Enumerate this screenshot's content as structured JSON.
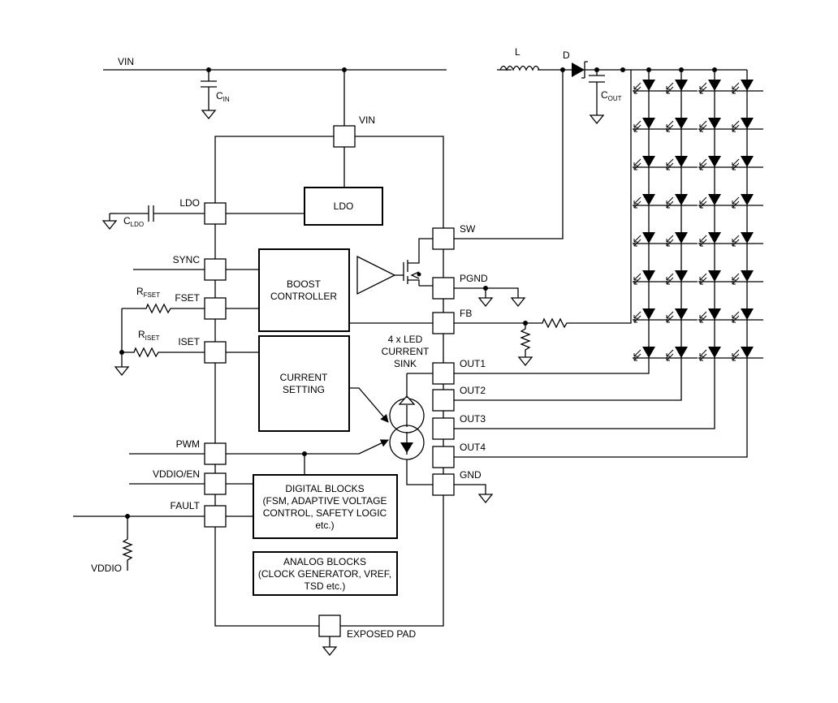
{
  "labels": {
    "vin_rail": "VIN",
    "cin": "C",
    "cin_sub": "IN",
    "inductor": "L",
    "diode": "D",
    "cout": "C",
    "cout_sub": "OUT",
    "vin_pin": "VIN",
    "ldo_pin": "LDO",
    "cldo": "C",
    "cldo_sub": "LDO",
    "sync_pin": "SYNC",
    "fset_pin": "FSET",
    "rfset": "R",
    "rfset_sub": "FSET",
    "iset_pin": "ISET",
    "riset": "R",
    "riset_sub": "ISET",
    "pwm_pin": "PWM",
    "vddio_en_pin": "VDDIO/EN",
    "fault_pin": "FAULT",
    "vddio": "VDDIO",
    "sw_pin": "SW",
    "pgnd_pin": "PGND",
    "fb_pin": "FB",
    "out1": "OUT1",
    "out2": "OUT2",
    "out3": "OUT3",
    "out4": "OUT4",
    "gnd_pin": "GND",
    "exposed_pad": "EXPOSED PAD",
    "current_sink": [
      "4 x LED",
      "CURRENT",
      "SINK"
    ]
  },
  "blocks": {
    "ldo": [
      "LDO"
    ],
    "boost": [
      "BOOST",
      "CONTROLLER"
    ],
    "current_setting": [
      "CURRENT",
      "SETTING"
    ],
    "digital": [
      "DIGITAL BLOCKS",
      "(FSM, ADAPTIVE VOLTAGE",
      "CONTROL, SAFETY LOGIC",
      "etc.)"
    ],
    "analog": [
      "ANALOG BLOCKS",
      "(CLOCK GENERATOR, VREF,",
      "TSD etc.)"
    ]
  },
  "led_array": {
    "strings": 4,
    "leds_per_string": 8
  }
}
